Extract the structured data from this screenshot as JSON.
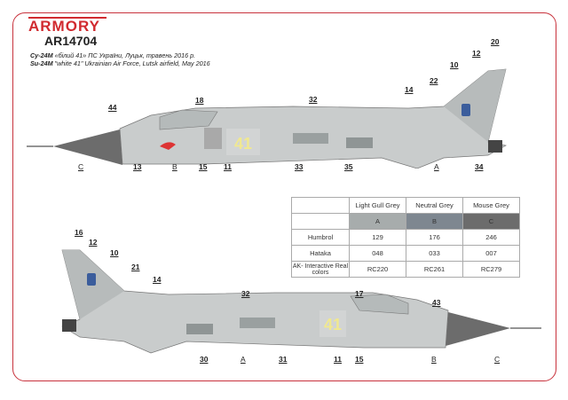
{
  "brand": {
    "logo": "ARMORY",
    "product_code": "AR14704",
    "accent_color": "#d12a2f"
  },
  "subtitle": {
    "line_uk_bold": "Су-24М",
    "line_uk": " «білий 41» ПС України, Луцьк, травень 2016 р.",
    "line_en_bold": "Su-24M",
    "line_en": " \"white 41\" Ukrainian Air Force, Lutsk airfield, May 2016"
  },
  "top_view_callouts": [
    "20",
    "12",
    "10",
    "22",
    "14",
    "32",
    "18",
    "44",
    "C",
    "13",
    "B",
    "15",
    "11",
    "33",
    "35",
    "A",
    "34"
  ],
  "bottom_view_callouts": [
    "16",
    "12",
    "10",
    "21",
    "14",
    "32",
    "17",
    "43",
    "30",
    "A",
    "31",
    "11",
    "15",
    "B",
    "C"
  ],
  "aircraft_marking": {
    "side_number": "41",
    "side_number_color": "#f0e890"
  },
  "color_table": {
    "columns": [
      {
        "name": "Light Gull Grey",
        "letter": "A",
        "swatch": "#a7acac"
      },
      {
        "name": "Neutral Grey",
        "letter": "B",
        "swatch": "#7e8790"
      },
      {
        "name": "Mouse Grey",
        "letter": "C",
        "swatch": "#6c6c6c"
      }
    ],
    "rows": [
      {
        "label": "Humbrol",
        "values": [
          "129",
          "176",
          "246"
        ]
      },
      {
        "label": "Hataka",
        "values": [
          "048",
          "033",
          "007"
        ]
      },
      {
        "label": "AK- Interactive Real colors",
        "values": [
          "RC220",
          "RC261",
          "RC279"
        ]
      }
    ]
  }
}
